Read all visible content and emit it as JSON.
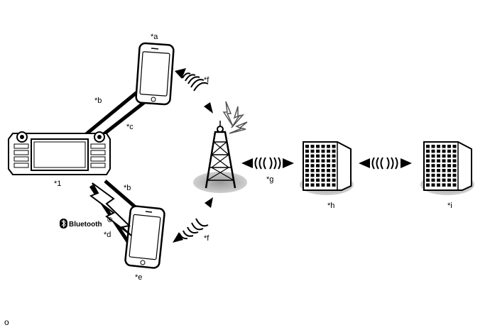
{
  "labels": {
    "a": "*a",
    "b_top": "*b",
    "b_bottom": "*b",
    "c": "*c",
    "d": "*d",
    "e": "*e",
    "f_top": "*f",
    "f_bottom": "*f",
    "g": "*g",
    "h": "*h",
    "i": "*i",
    "unit": "*1"
  },
  "bluetooth_text": "Bluetooth",
  "bluetooth_mark": "®",
  "footer_text": "o"
}
